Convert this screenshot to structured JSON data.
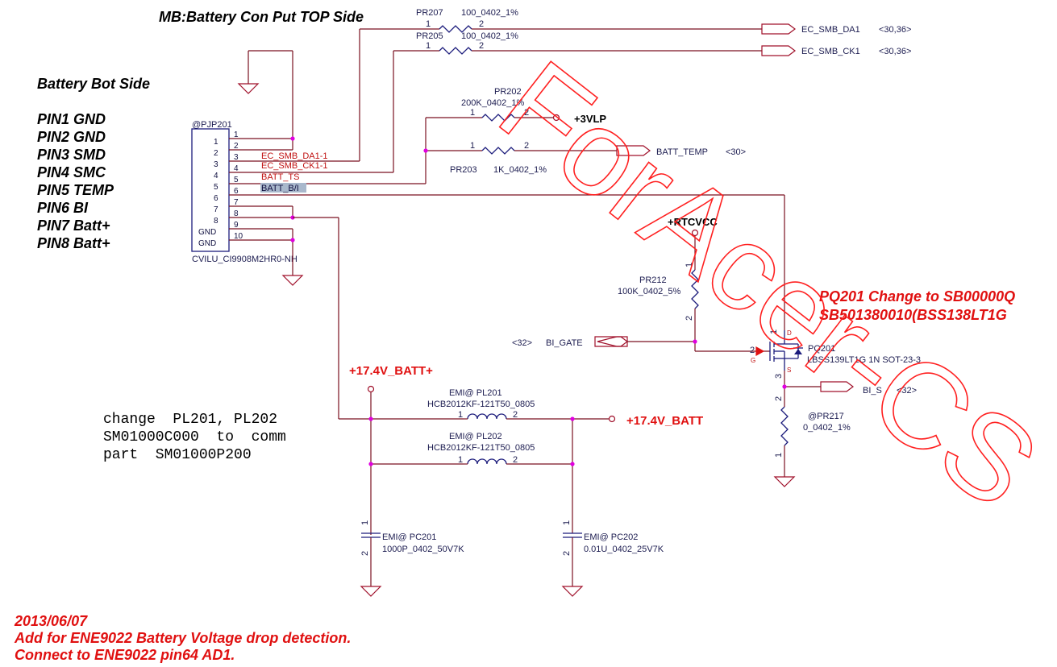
{
  "headings": {
    "top_side": "MB:Battery Con Put TOP Side",
    "bot_side": "Battery  Bot Side"
  },
  "pin_list": [
    "PIN1  GND",
    "PIN2  GND",
    "PIN3  SMD",
    "PIN4  SMC",
    "PIN5  TEMP",
    "PIN6  BI",
    "PIN7  Batt+",
    "PIN8  Batt+"
  ],
  "connector": {
    "ref": "@PJP201",
    "part": "CVILU_CI9908M2HR0-NH",
    "inner_pins": [
      "1",
      "2",
      "3",
      "4",
      "5",
      "6",
      "7",
      "8",
      "GND",
      "GND"
    ],
    "outer_pins": [
      "1",
      "2",
      "3",
      "4",
      "5",
      "6",
      "7",
      "8",
      "9",
      "10"
    ],
    "signal_labels": [
      "EC_SMB_DA1-1",
      "EC_SMB_CK1-1",
      "BATT_TS",
      "BATT_B/I"
    ]
  },
  "resistors": {
    "pr207": {
      "ref": "PR207",
      "value": "100_0402_1%",
      "pin1": "1",
      "pin2": "2"
    },
    "pr205": {
      "ref": "PR205",
      "value": "100_0402_1%",
      "pin1": "1",
      "pin2": "2"
    },
    "pr202": {
      "ref": "PR202",
      "value": "200K_0402_1%",
      "pin1": "1",
      "pin2": "2"
    },
    "pr203": {
      "ref": "PR203",
      "value": "1K_0402_1%",
      "pin1": "1",
      "pin2": "2"
    },
    "pr212": {
      "ref": "PR212",
      "value": "100K_0402_5%",
      "pin1": "1",
      "pin2": "2"
    },
    "pr217": {
      "ref": "@PR217",
      "value": "0_0402_1%",
      "pin1": "1",
      "pin2": "2"
    }
  },
  "offpage": {
    "ec_smb_da1": {
      "name": "EC_SMB_DA1",
      "pages": "<30,36>"
    },
    "ec_smb_ck1": {
      "name": "EC_SMB_CK1",
      "pages": "<30,36>"
    },
    "batt_temp": {
      "name": "BATT_TEMP",
      "pages": "<30>"
    },
    "bi_gate": {
      "name": "BI_GATE",
      "pages": "<32>"
    },
    "bi_s": {
      "name": "BI_S",
      "pages": "<32>"
    }
  },
  "power_rails": {
    "v3vlp": "+3VLP",
    "rtcvcc": "+RTCVCC",
    "batt_plus_in": "+17.4V_BATT+",
    "batt_out": "+17.4V_BATT"
  },
  "mosfet": {
    "ref": "PQ201",
    "part": "LBSS139LT1G 1N SOT-23-3",
    "pin_d": "1",
    "pin_g": "2",
    "pin_s": "3",
    "d": "D",
    "g": "G",
    "s": "S",
    "note_line1": "PQ201 Change to SB00000Q",
    "note_line2": "SB501380010(BSS138LT1G"
  },
  "inductors": {
    "pl201": {
      "ref": "EMI@ PL201",
      "part": "HCB2012KF-121T50_0805",
      "pin1": "1",
      "pin2": "2"
    },
    "pl202": {
      "ref": "EMI@ PL202",
      "part": "HCB2012KF-121T50_0805",
      "pin1": "1",
      "pin2": "2"
    }
  },
  "capacitors": {
    "pc201": {
      "ref": "EMI@ PC201",
      "value": "1000P_0402_50V7K",
      "pin1": "1",
      "pin2": "2"
    },
    "pc202": {
      "ref": "EMI@ PC202",
      "value": "0.01U_0402_25V7K",
      "pin1": "1",
      "pin2": "2"
    }
  },
  "change_note": [
    "change  PL201, PL202",
    "SM01000C000  to  comm",
    "part  SM01000P200"
  ],
  "bottom_note": [
    "2013/06/07",
    "Add for ENE9022 Battery Voltage drop detection.",
    "Connect to ENE9022 pin64 AD1."
  ],
  "watermark": "ForAcer-CS"
}
